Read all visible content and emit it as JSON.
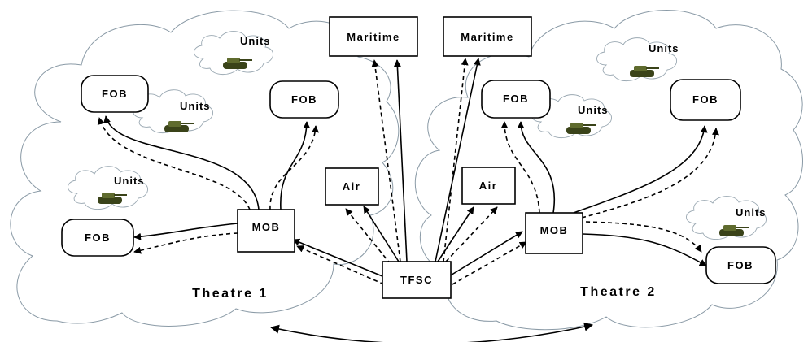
{
  "nodes": {
    "maritime_left": "Maritime",
    "maritime_right": "Maritime",
    "air_left": "Air",
    "air_right": "Air",
    "mob_left": "MOB",
    "mob_right": "MOB",
    "tfsc": "TFSC",
    "fob_left_top": "FOB",
    "fob_left_mid": "FOB",
    "fob_left_low": "FOB",
    "fob_right_top": "FOB",
    "fob_right_far": "FOB",
    "fob_right_low": "FOB"
  },
  "units": [
    "Units",
    "Units",
    "Units",
    "Units",
    "Units",
    "Units"
  ],
  "theatres": [
    "Theatre 1",
    "Theatre 2"
  ],
  "colors": {
    "cloud_stroke": "#8a9aa6",
    "tank_body": "#5f6b2e",
    "tank_dark": "#3a4319"
  }
}
